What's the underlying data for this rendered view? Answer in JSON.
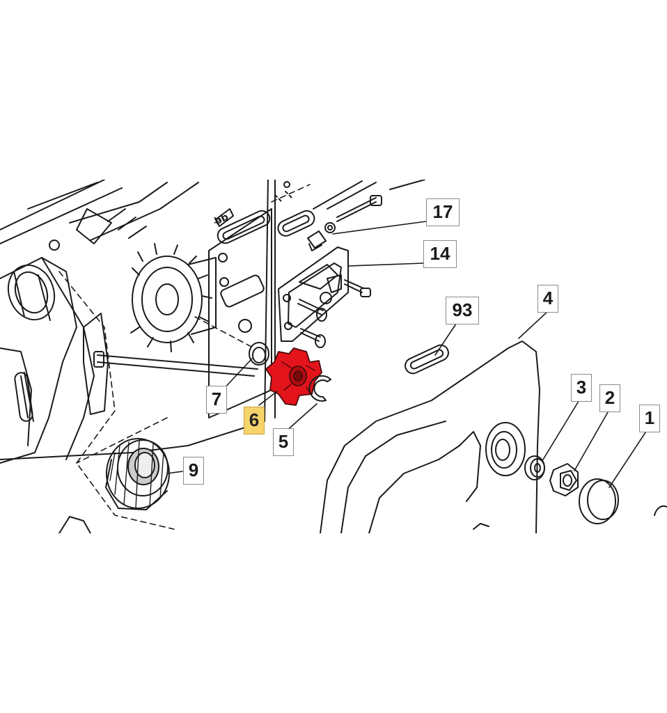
{
  "callouts": {
    "p1": "1",
    "p2": "2",
    "p3": "3",
    "p4": "4",
    "p5": "5",
    "p6": "6",
    "p7": "7",
    "p9": "9",
    "p14": "14",
    "p17": "17",
    "p93": "93"
  },
  "highlighted_part": "6",
  "colors": {
    "highlight_part": "#e3141c",
    "highlight_label_bg": "#f7d36b",
    "line": "#1a1a1a"
  }
}
